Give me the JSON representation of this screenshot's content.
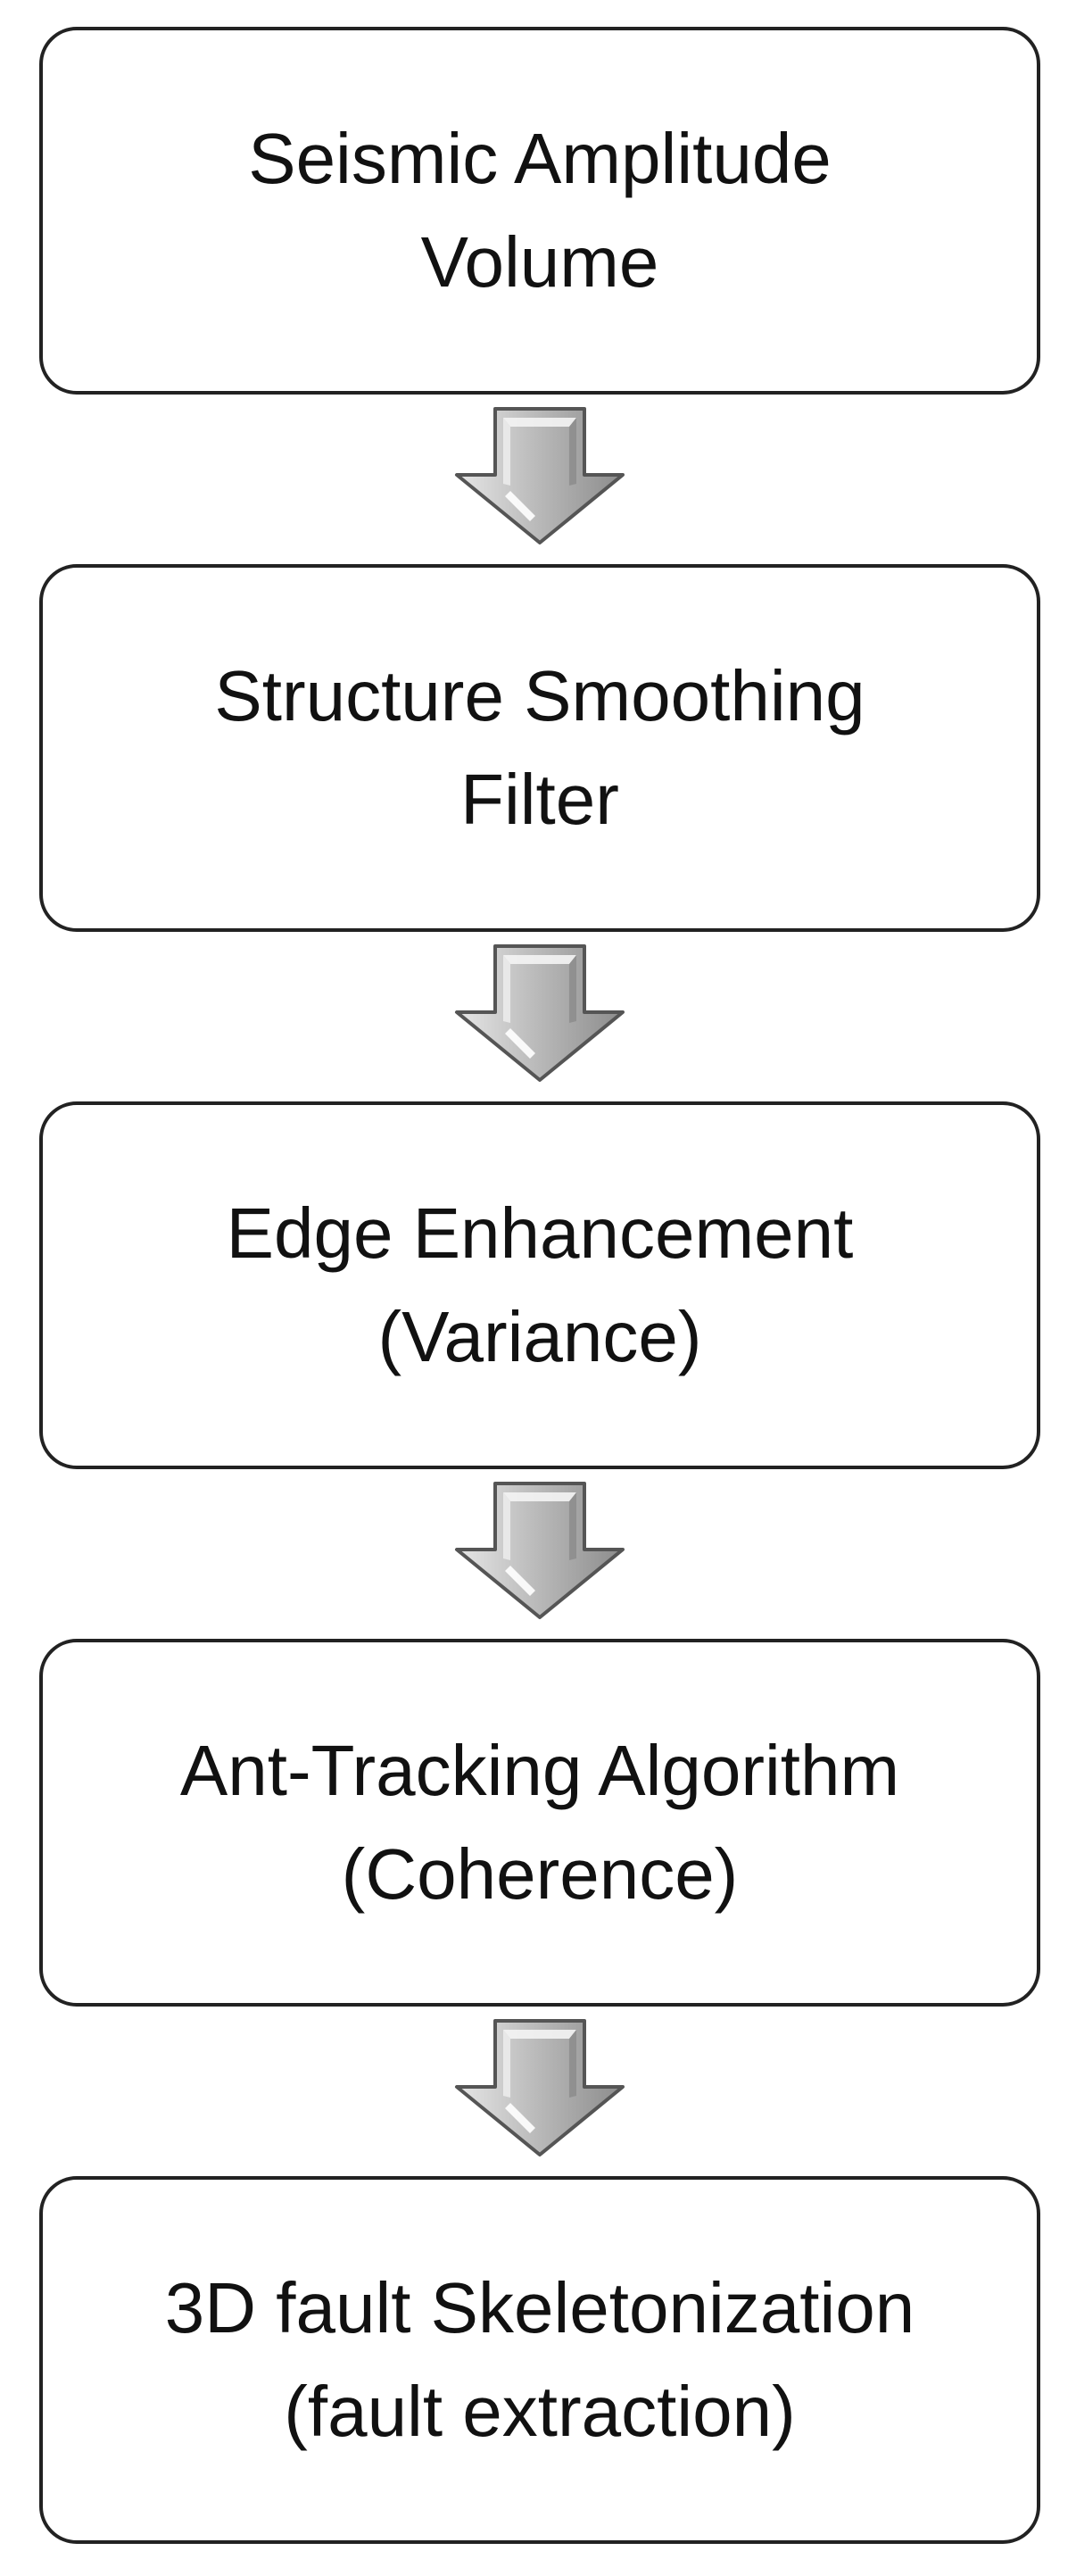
{
  "steps": [
    {
      "line1": "Seismic Amplitude",
      "line2": "Volume"
    },
    {
      "line1": "Structure Smoothing",
      "line2": "Filter"
    },
    {
      "line1": "Edge Enhancement",
      "line2": "(Variance)"
    },
    {
      "line1": "Ant-Tracking Algorithm",
      "line2": "(Coherence)"
    },
    {
      "line1": "3D fault Skeletonization",
      "line2": "(fault extraction)"
    }
  ],
  "colors": {
    "box_border": "#222222",
    "arrow_fill": "#b8b8b8",
    "arrow_outline": "#555555"
  }
}
